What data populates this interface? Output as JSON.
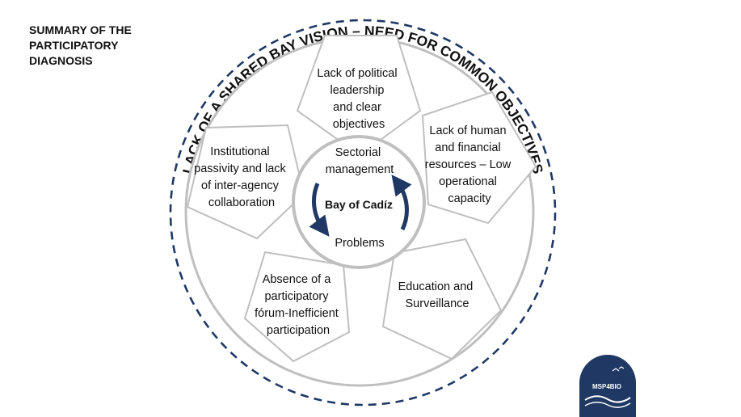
{
  "summary_title": [
    "SUMMARY OF THE",
    "PARTICIPATORY",
    "DIAGNOSIS"
  ],
  "outer_ring_text": "LACK OF A SHARED BAY VISION – NEED FOR COMMON OBJECTIVES",
  "center": {
    "top": [
      "Sectorial",
      "management"
    ],
    "title": "Bay of Cadíz",
    "bottom": "Problems"
  },
  "petals": {
    "political": [
      "Lack of political",
      "leadership",
      "and clear",
      "objectives"
    ],
    "resources": [
      "Lack of human",
      "and financial",
      "resources – Low",
      "operational",
      "capacity"
    ],
    "education": [
      "Education and",
      "Surveillance"
    ],
    "forum": [
      "Absence of a",
      "participatory",
      "fórum-Inefficient",
      "participation"
    ],
    "institutional": [
      "Institutional",
      "passivity and lack",
      "of inter-agency",
      "collaboration"
    ]
  },
  "logo": {
    "text": "MSP4BIO"
  },
  "colors": {
    "navy": "#1f3864",
    "petal_stroke": "#bfbfbf",
    "ring": "#1f3864"
  }
}
